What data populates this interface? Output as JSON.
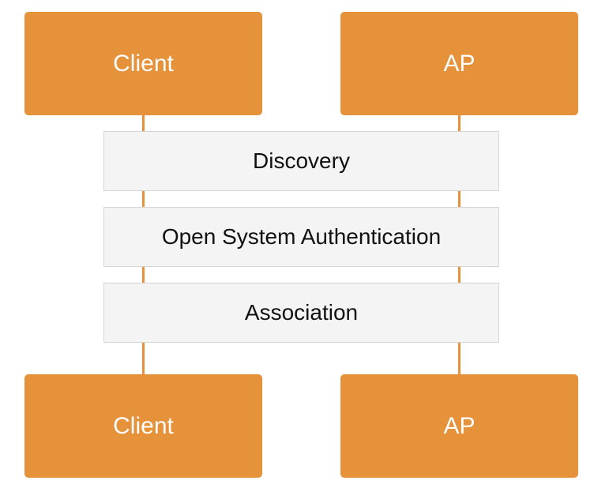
{
  "top_actors": [
    {
      "label": "Client"
    },
    {
      "label": "AP"
    }
  ],
  "steps": [
    {
      "label": "Discovery"
    },
    {
      "label": "Open System Authentication"
    },
    {
      "label": "Association"
    }
  ],
  "bottom_actors": [
    {
      "label": "Client"
    },
    {
      "label": "AP"
    }
  ],
  "colors": {
    "actor_fill": "#e5923a",
    "lifeline": "#e5923a",
    "step_fill": "#f4f4f4",
    "step_border": "#d4d4d4"
  }
}
